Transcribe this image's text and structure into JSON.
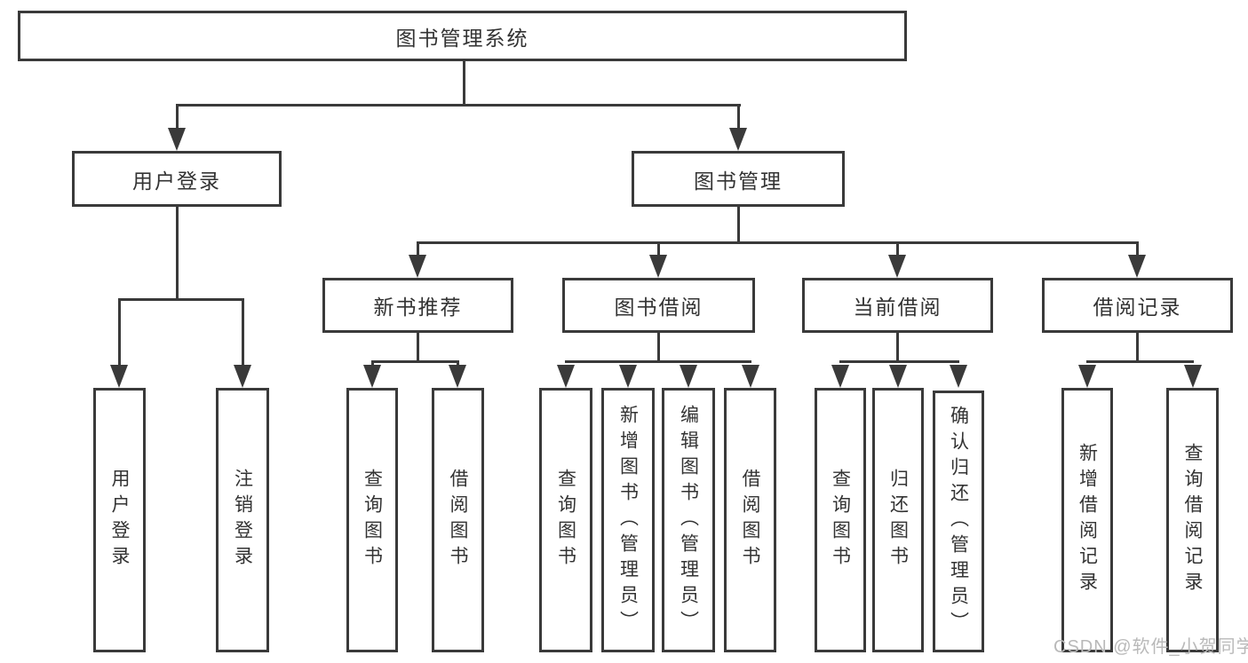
{
  "colors": {
    "line": "#3a3a3a",
    "text": "#333333",
    "background": "#ffffff",
    "watermark": "#b9b9b9"
  },
  "diagram": {
    "root": {
      "label": "图书管理系统"
    },
    "level2": {
      "user_login": {
        "label": "用户登录"
      },
      "book_mgmt": {
        "label": "图书管理"
      }
    },
    "level3": {
      "new_book_rec": {
        "label": "新书推荐"
      },
      "book_borrow": {
        "label": "图书借阅"
      },
      "current_borrow": {
        "label": "当前借阅"
      },
      "borrow_records": {
        "label": "借阅记录"
      }
    },
    "leaves": {
      "user": {
        "login": {
          "label": "用户登录"
        },
        "logout": {
          "label": "注销登录"
        }
      },
      "recommend": {
        "query": {
          "label": "查询图书"
        },
        "borrow": {
          "label": "借阅图书"
        }
      },
      "borrow": {
        "query": {
          "label": "查询图书"
        },
        "add": {
          "label": "新增图书（管理员）"
        },
        "edit": {
          "label": "编辑图书（管理员）"
        },
        "borrow": {
          "label": "借阅图书"
        }
      },
      "current": {
        "query": {
          "label": "查询图书"
        },
        "return": {
          "label": "归还图书"
        },
        "confirm": {
          "label": "确认归还（管理员）"
        }
      },
      "records": {
        "add": {
          "label": "新增借阅记录"
        },
        "query": {
          "label": "查询借阅记录"
        }
      }
    }
  },
  "watermark": {
    "text": "CSDN @软件_小贺同学"
  }
}
